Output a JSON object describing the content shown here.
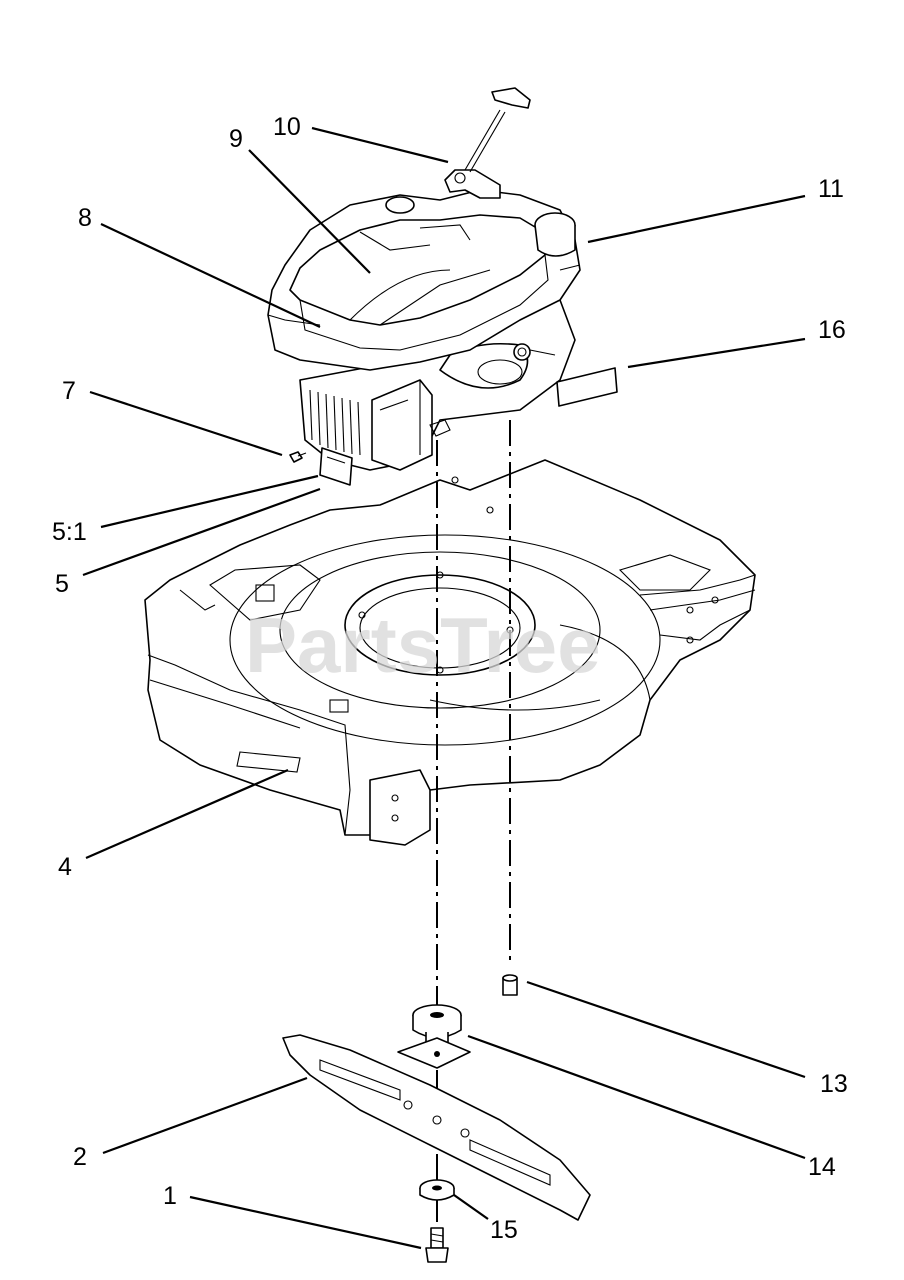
{
  "watermark": "PartsTree",
  "callouts": {
    "c1": "1",
    "c2": "2",
    "c4": "4",
    "c5": "5",
    "c5_1": "5:1",
    "c7": "7",
    "c8": "8",
    "c9": "9",
    "c10": "10",
    "c11": "11",
    "c13": "13",
    "c14": "14",
    "c15": "15",
    "c16": "16"
  }
}
